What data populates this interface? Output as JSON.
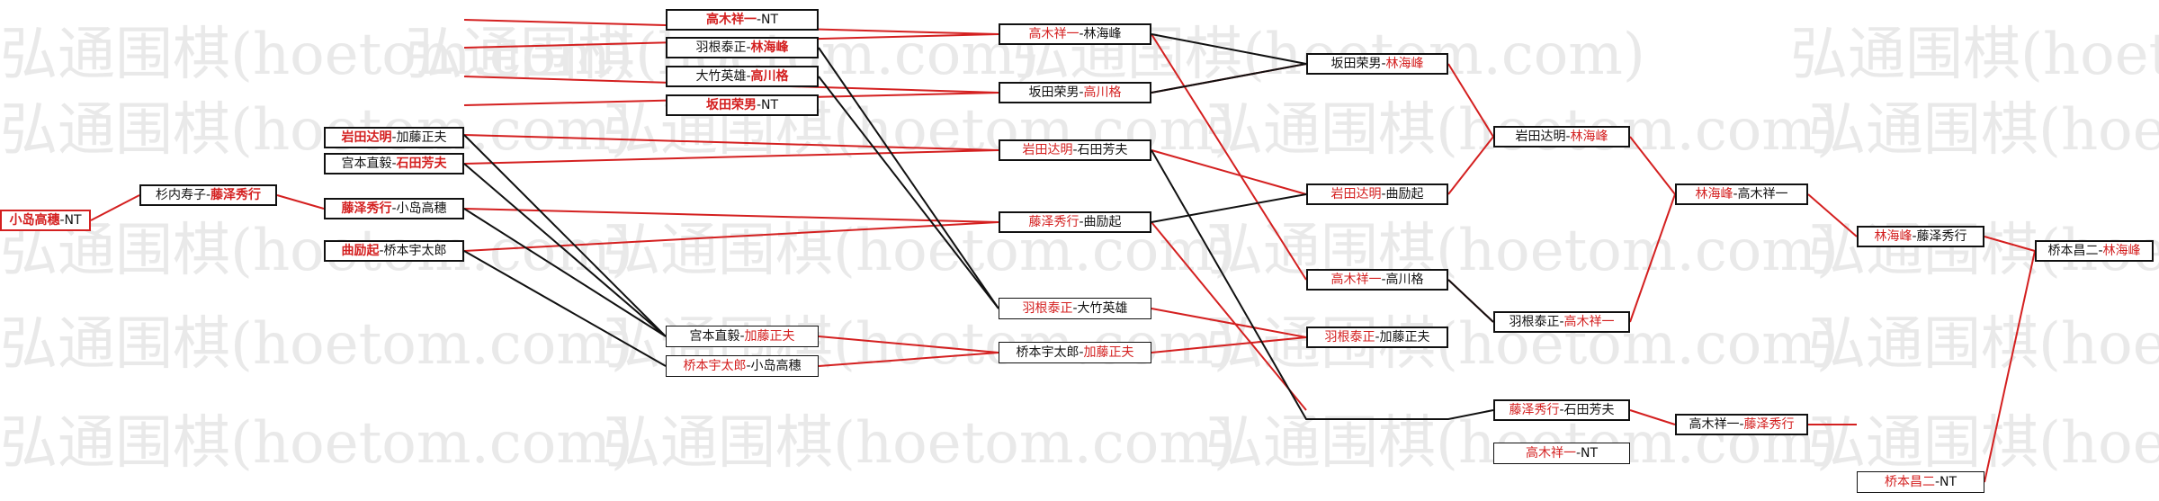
{
  "watermark": {
    "text": "弘通围棋(hoetom.com)"
  },
  "colors": {
    "winner": "#d42020",
    "line_black": "#111111",
    "watermark": "#e9e9e9"
  },
  "games": {
    "r0_1": {
      "a": "小岛高穗",
      "b": "NT"
    },
    "r1_1": {
      "a": "杉内寿子",
      "b": "藤泽秀行"
    },
    "r2_1": {
      "a": "岩田达明",
      "b": "加藤正夫"
    },
    "r2_2": {
      "a": "宫本直毅",
      "b": "石田芳夫"
    },
    "r2_3": {
      "a": "藤泽秀行",
      "b": "小岛高穗"
    },
    "r2_4": {
      "a": "曲励起",
      "b": "桥本宇太郎"
    },
    "r3_1": {
      "a": "高木祥一",
      "b": "NT"
    },
    "r3_2": {
      "a": "羽根泰正",
      "b": "林海峰"
    },
    "r3_3": {
      "a": "大竹英雄",
      "b": "高川格"
    },
    "r3_4": {
      "a": "坂田荣男",
      "b": "NT"
    },
    "r3_5": {
      "a": "宫本直毅",
      "b": "加藤正夫"
    },
    "r3_6": {
      "a": "桥本宇太郎",
      "b": "小岛高穗"
    },
    "r4_1": {
      "a": "高木祥一",
      "b": "林海峰"
    },
    "r4_2": {
      "a": "坂田荣男",
      "b": "高川格"
    },
    "r4_3": {
      "a": "岩田达明",
      "b": "石田芳夫"
    },
    "r4_4": {
      "a": "藤泽秀行",
      "b": "曲励起"
    },
    "r4_5": {
      "a": "羽根泰正",
      "b": "大竹英雄"
    },
    "r4_6": {
      "a": "桥本宇太郎",
      "b": "加藤正夫"
    },
    "r5_1": {
      "a": "坂田荣男",
      "b": "林海峰"
    },
    "r5_2": {
      "a": "岩田达明",
      "b": "曲励起"
    },
    "r5_3": {
      "a": "高木祥一",
      "b": "高川格"
    },
    "r5_4": {
      "a": "羽根泰正",
      "b": "加藤正夫"
    },
    "r6_1": {
      "a": "岩田达明",
      "b": "林海峰"
    },
    "r6_2": {
      "a": "羽根泰正",
      "b": "高木祥一"
    },
    "r6_3": {
      "a": "藤泽秀行",
      "b": "石田芳夫"
    },
    "r6_4": {
      "a": "高木祥一",
      "b": "NT"
    },
    "r7_1": {
      "a": "林海峰",
      "b": "高木祥一"
    },
    "r7_2": {
      "a": "高木祥一",
      "b": "藤泽秀行"
    },
    "r8_1": {
      "a": "林海峰",
      "b": "藤泽秀行"
    },
    "r8_2": {
      "a": "桥本昌二",
      "b": "NT"
    },
    "r9_1": {
      "a": "桥本昌二",
      "b": "林海峰"
    }
  },
  "separator": "-"
}
